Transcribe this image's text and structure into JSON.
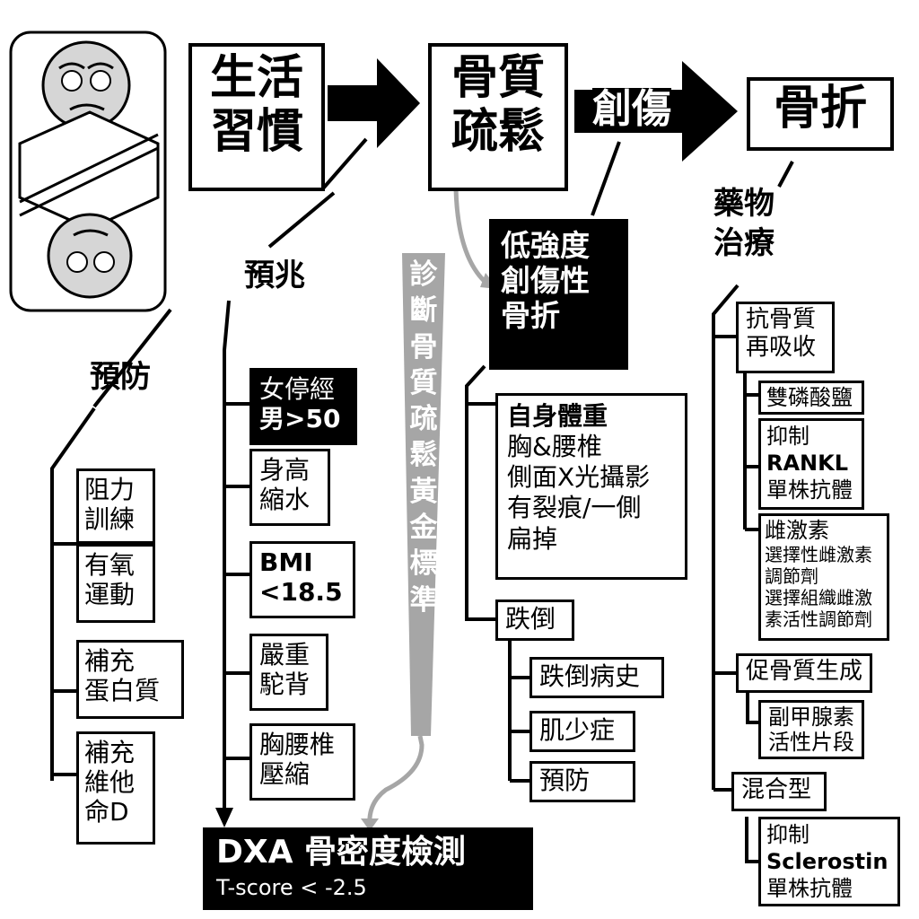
{
  "main_flow": {
    "lifestyle": [
      "生活",
      "習慣"
    ],
    "osteoporosis": [
      "骨質",
      "疏鬆"
    ],
    "trauma": "創傷",
    "fracture": "骨折"
  },
  "branch_labels": {
    "prevention": "預防",
    "signs": "預兆",
    "drug_treatment": [
      "藥物",
      "治療"
    ]
  },
  "diagnosis_banner": [
    "診",
    "斷",
    "骨",
    "質",
    "疏",
    "鬆",
    "黃",
    "金",
    "標",
    "準"
  ],
  "prevention_items": [
    [
      "阻力",
      "訓練"
    ],
    [
      "有氧",
      "運動"
    ],
    [
      "補充",
      "蛋白質"
    ],
    [
      "補充",
      "維他",
      "命D"
    ]
  ],
  "sign_items": [
    [
      "女停經",
      "男>50"
    ],
    [
      "身高",
      "縮水"
    ],
    [
      "BMI",
      "<18.5"
    ],
    [
      "嚴重",
      "駝背"
    ],
    [
      "胸腰椎",
      "壓縮"
    ]
  ],
  "dxa": {
    "title": "DXA 骨密度檢測",
    "tscore": "T-score < -2.5"
  },
  "low_energy_fracture": [
    "低強度",
    "創傷性",
    "骨折"
  ],
  "self_weight": {
    "title": "自身體重",
    "lines": [
      "胸&腰椎",
      "側面X光攝影",
      "有裂痕/一側",
      "扁掉"
    ]
  },
  "fall": {
    "title": "跌倒",
    "items": [
      "跌倒病史",
      "肌少症",
      "預防"
    ]
  },
  "drugs": {
    "antiresorptive": {
      "title": [
        "抗骨質",
        "再吸收"
      ],
      "bisphosphonate": "雙磷酸鹽",
      "rankl": [
        "抑制",
        "RANKL",
        "單株抗體"
      ],
      "estrogen": {
        "title": "雌激素",
        "lines": [
          "選擇性雌激素",
          "調節劑",
          "選擇組織雌激",
          "素活性調節劑"
        ]
      }
    },
    "anabolic": {
      "title": "促骨質生成",
      "pth": [
        "副甲腺素",
        "活性片段"
      ]
    },
    "mixed": {
      "title": "混合型",
      "sclerostin": [
        "抑制",
        "Sclerostin",
        "單株抗體"
      ]
    }
  },
  "colors": {
    "ink": "#000000",
    "paper": "#ffffff",
    "gray": "#a6a6a6"
  }
}
